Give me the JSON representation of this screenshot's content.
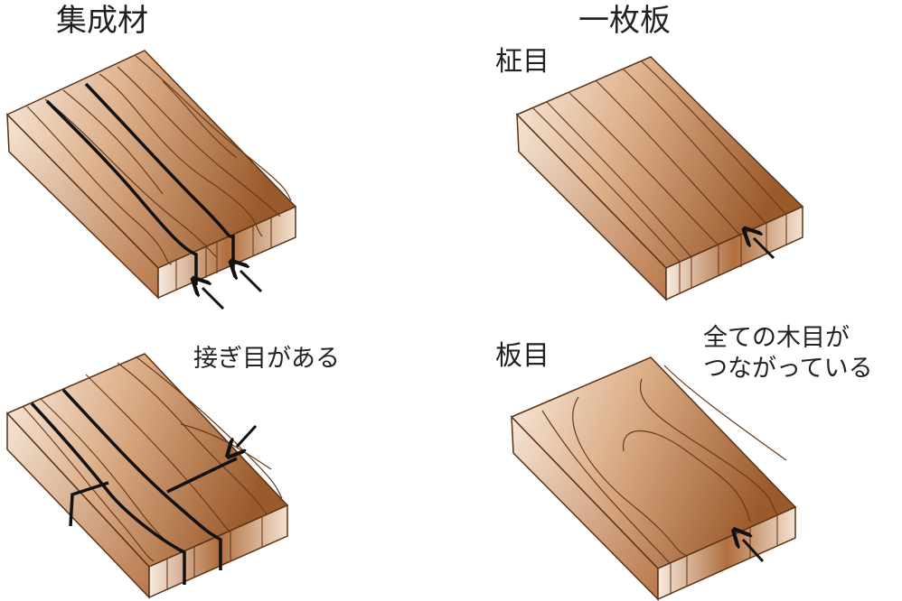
{
  "titles": {
    "laminated": "集成材",
    "solid": "一枚板"
  },
  "subtitles": {
    "straight_grain": "柾目",
    "flat_grain": "板目"
  },
  "notes": {
    "joints": "接ぎ目がある",
    "continuous": "全ての木目が\nつながっている"
  },
  "colors": {
    "wood_dark": "#9b5a2c",
    "wood_mid": "#c88a5a",
    "wood_light": "#f6e6d6",
    "edge": "#5a3216",
    "grain": "#6b3a1a",
    "joint": "#111111"
  }
}
